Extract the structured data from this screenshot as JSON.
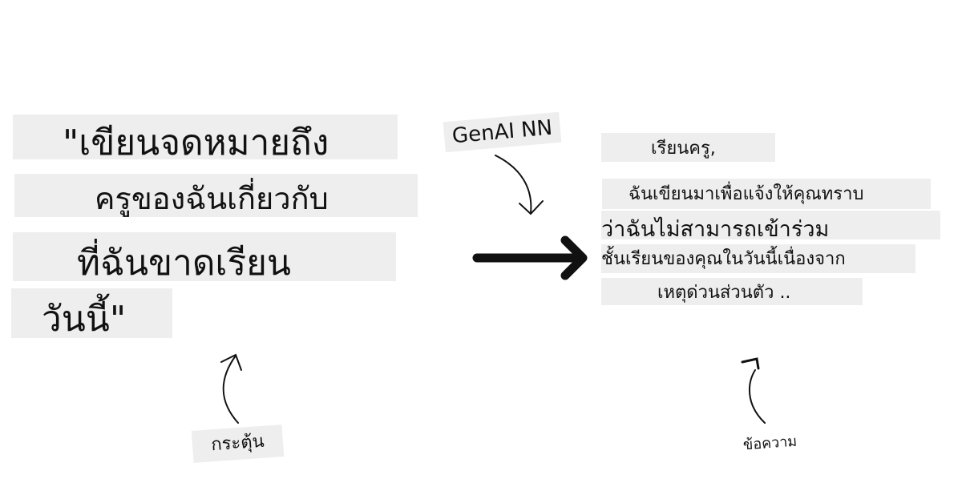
{
  "prompt": {
    "lines": [
      "\"เขียนจดหมายถึง",
      "ครูของฉันเกี่ยวกับ",
      "ที่ฉันขาดเรียน",
      "วันนี้\""
    ],
    "label": "กระตุ้น"
  },
  "model": {
    "label": "GenAI NN"
  },
  "response": {
    "lines": [
      "เรียนครู,",
      "ฉันเขียนมาเพื่อแจ้งให้คุณทราบ",
      "ว่าฉันไม่สามารถเข้าร่วม",
      "ชั้นเรียนของคุณในวันนี้เนื่องจาก",
      "เหตุด่วนส่วนตัว .."
    ],
    "label": "ข้อความ"
  }
}
